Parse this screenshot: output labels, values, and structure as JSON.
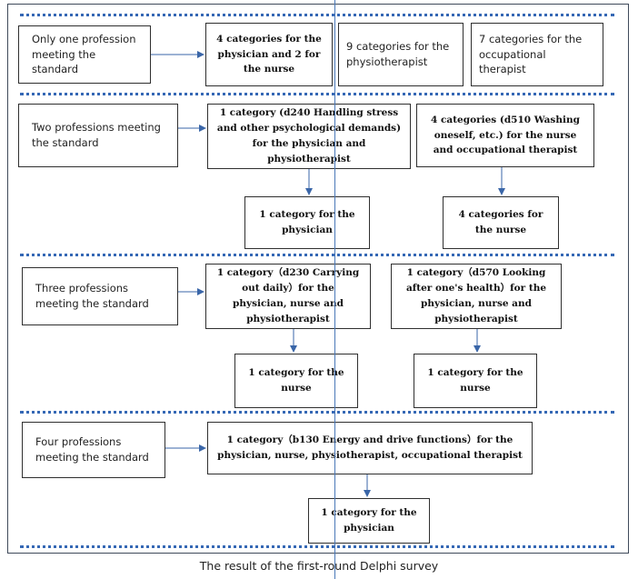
{
  "caption": "The result of the first-round Delphi survey",
  "rows": [
    {
      "label": "Only one profession meeting the standard",
      "boxes": [
        {
          "text": "4 categories for the physician and 2 for the nurse",
          "bold": true
        },
        {
          "text": "9 categories for the physiotherapist",
          "bold": false
        },
        {
          "text": "7 categories for the occupational therapist",
          "bold": false
        }
      ]
    },
    {
      "label": "Two professions meeting the standard",
      "boxes": [
        {
          "pre": "1 category (d240 Handling stress and other psychological demands) for the physician and physiotherapist"
        },
        {
          "pre": "4 categories (d510 Washing oneself, etc.) for the nurse and occupational therapist"
        }
      ],
      "sub": [
        "1 category for the physician",
        "4 categories for the nurse"
      ]
    },
    {
      "label": "Three professions meeting the standard",
      "boxes": [
        {
          "pre": "1 category（d230 Carrying out daily）for the physician, nurse and physiotherapist"
        },
        {
          "pre": "1 category（d570 Looking after one's health）for the physician, nurse and physiotherapist"
        }
      ],
      "sub": [
        "1 category for the nurse",
        "1 category for the nurse"
      ]
    },
    {
      "label": "Four professions meeting the standard",
      "boxes": [
        {
          "pre": "1 category（b130 Energy and drive functions）for the physician, nurse, physiotherapist, occupational therapist"
        }
      ],
      "sub": [
        "1 category for the physician"
      ]
    }
  ]
}
